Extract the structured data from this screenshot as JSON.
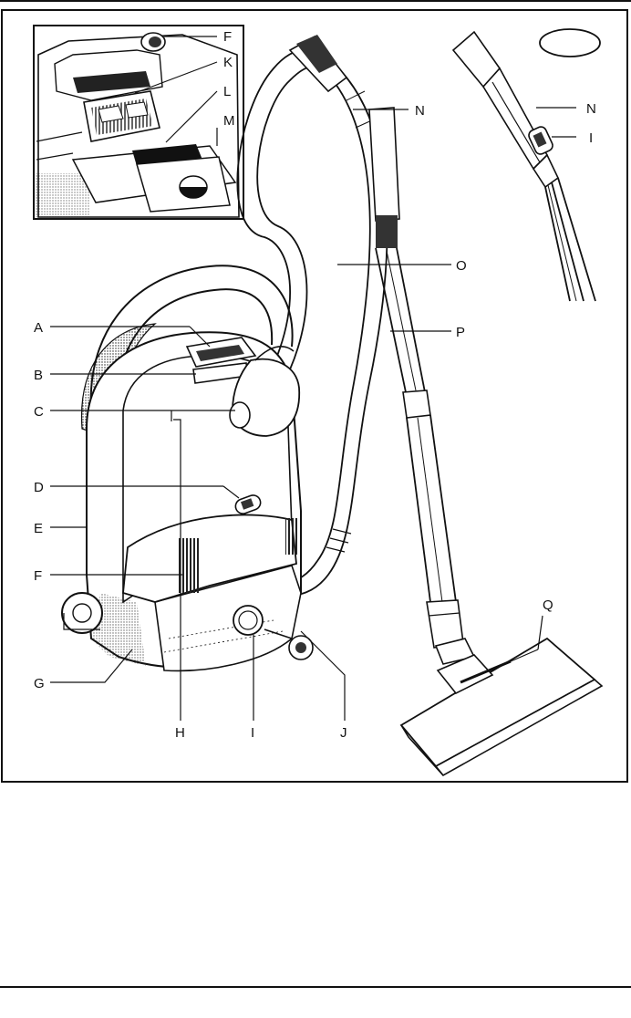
{
  "diagram": {
    "callouts": {
      "A": "A",
      "B": "B",
      "C": "C",
      "D": "D",
      "E": "E",
      "F": "F",
      "G": "G",
      "H": "H",
      "I": "I",
      "J": "J",
      "inset_F": "F",
      "inset_K": "K",
      "inset_L": "L",
      "inset_M": "M",
      "N": "N",
      "O": "O",
      "P": "P",
      "Q": "Q",
      "inset2_N": "N",
      "inset2_I": "I"
    }
  }
}
